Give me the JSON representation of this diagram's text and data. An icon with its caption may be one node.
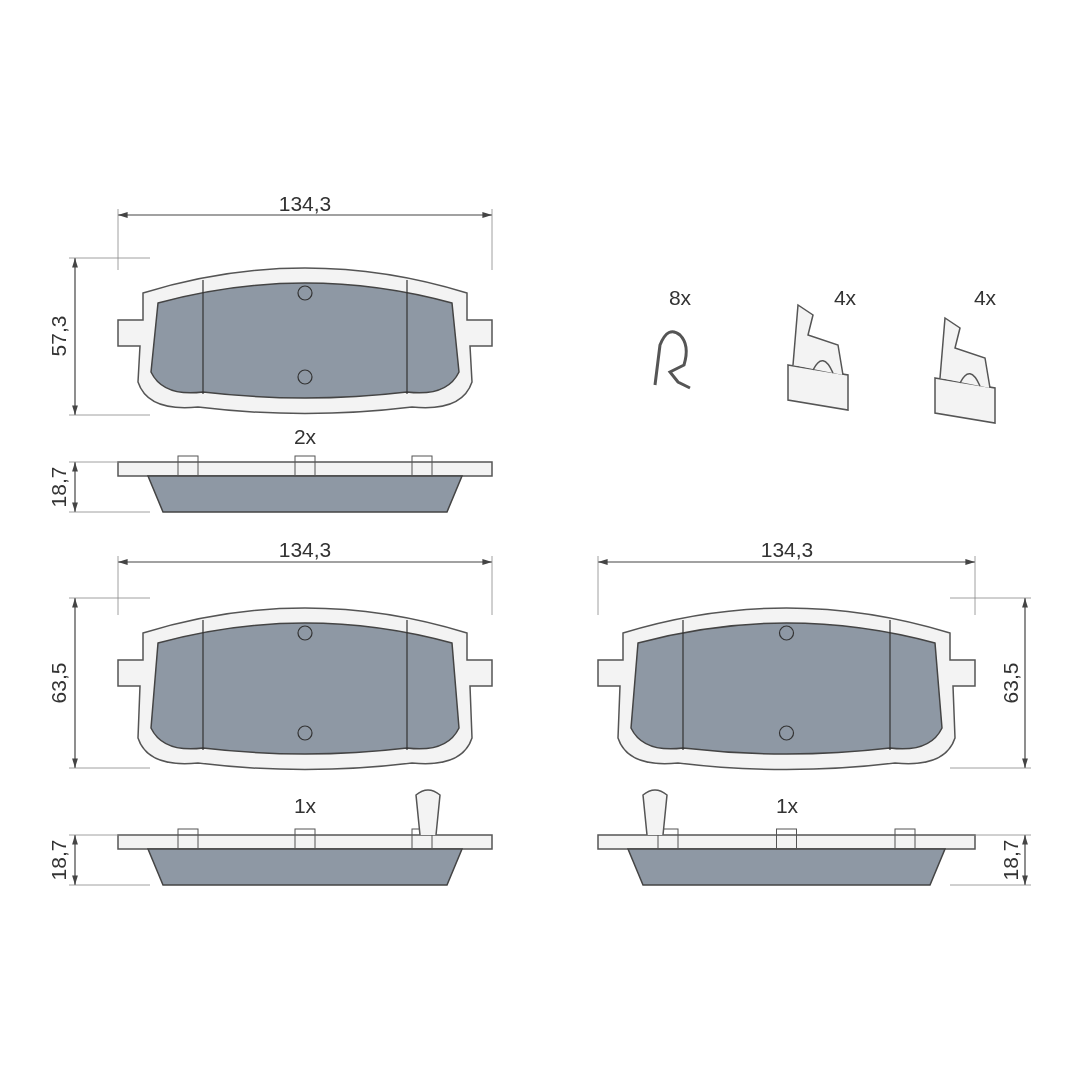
{
  "diagram": {
    "labels": [
      "134,3",
      "57,3",
      "8x",
      "4x",
      "4x",
      "2x",
      "18,7",
      "134,3",
      "134,3",
      "63,5",
      "63,5",
      "1x",
      "1x",
      "18,7",
      "18,7"
    ]
  }
}
